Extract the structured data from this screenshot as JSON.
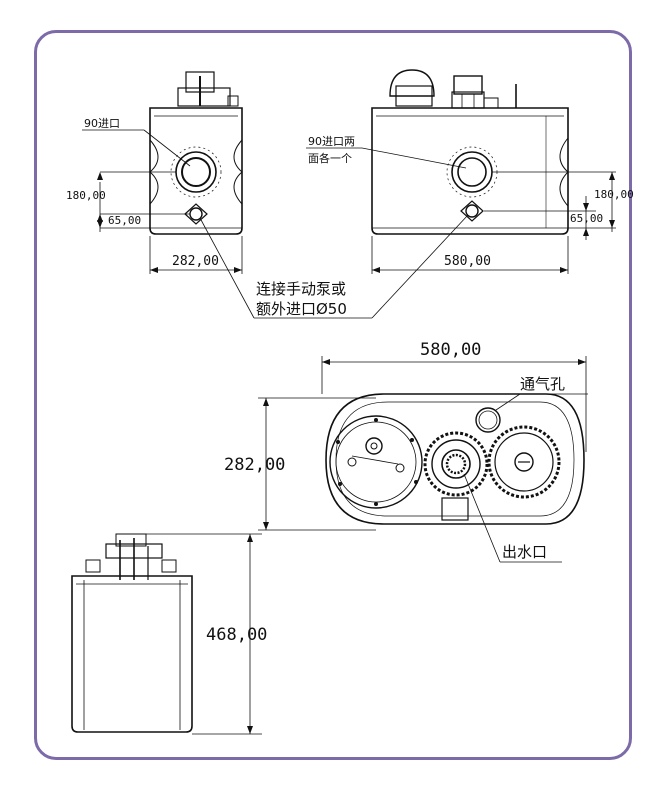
{
  "colors": {
    "frame_border": "#7d6aa8",
    "line": "#111111",
    "background": "#ffffff"
  },
  "labels": {
    "inlet_90_side": "90进口",
    "inlet_90_front_l1": "90进口两",
    "inlet_90_front_l2": "面各一个",
    "pump_inlet_l1": "连接手动泵或",
    "pump_inlet_l2": "额外进口Ø50",
    "vent": "通气孔",
    "outlet": "出水口"
  },
  "dimensions": {
    "side_height_180": "180,00",
    "side_height_65": "65,00",
    "side_width": "282,00",
    "front_height_180": "180,00",
    "front_height_65": "65,00",
    "front_width": "580,00",
    "top_width": "580,00",
    "top_depth": "282,00",
    "bottom_height": "468,00"
  }
}
